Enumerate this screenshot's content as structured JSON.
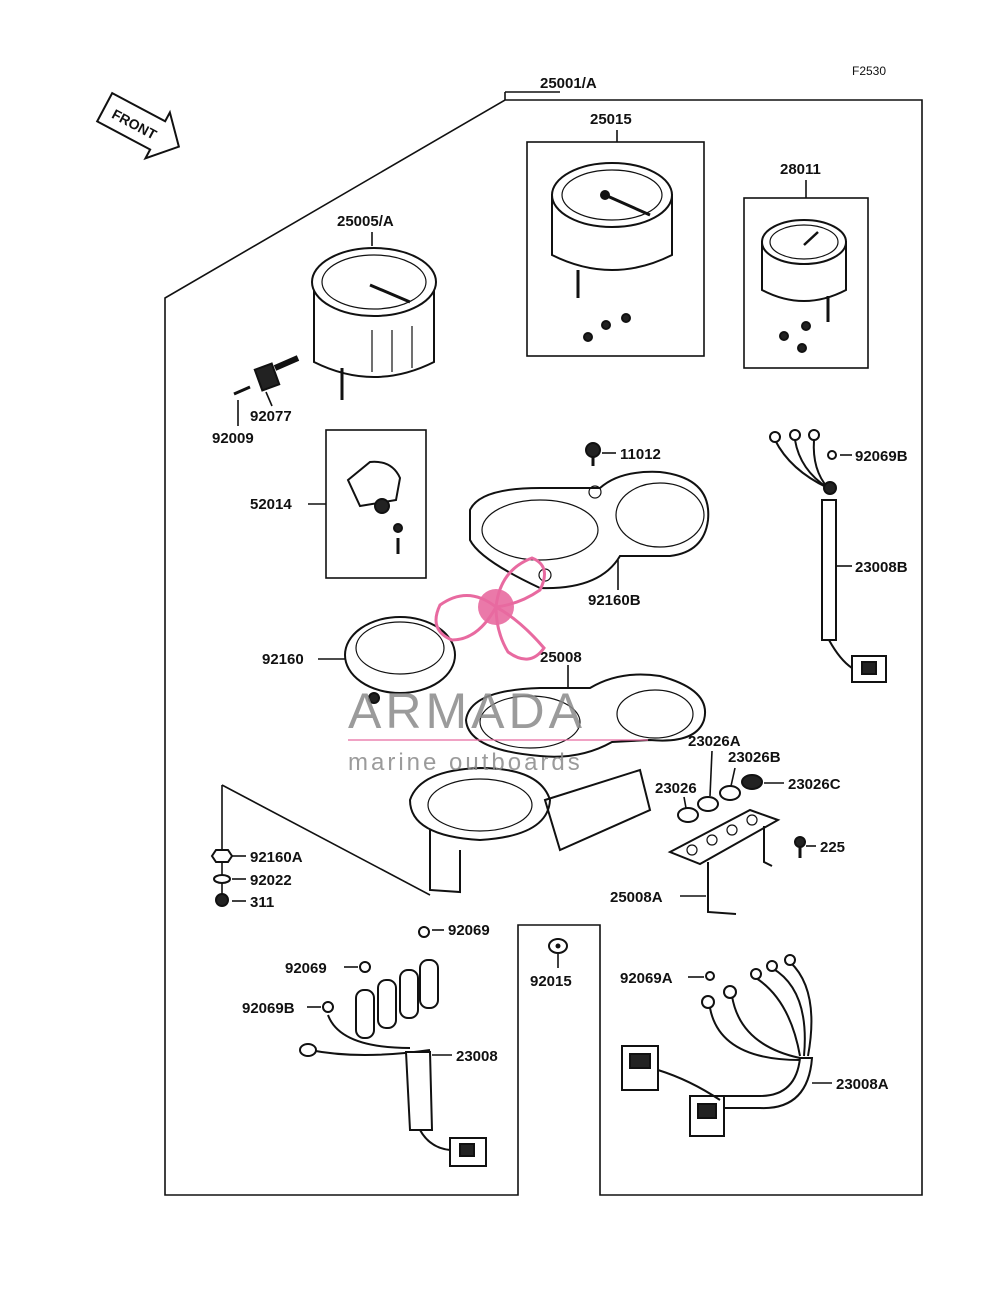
{
  "figure_code": "F2530",
  "front_label": "FRONT",
  "watermark": {
    "brand": "ARMADA",
    "tagline": "marine outboards",
    "accent": "#e86aa0",
    "gray": "#8a8a8a"
  },
  "labels": {
    "assembly": "25001/A",
    "tacho": "25015",
    "gauge": "28011",
    "speedo": "25005/A",
    "screw_92009": "92009",
    "gear_92077": "92077",
    "gearbox": "52014",
    "bolt_11012": "11012",
    "clip_92069B_top": "92069B",
    "harness_23008B": "23008B",
    "cover_92160B": "92160B",
    "ring_92160": "92160",
    "bracket_25008": "25008",
    "cap_23026A": "23026A",
    "cap_23026B": "23026B",
    "cap_23026C": "23026C",
    "cap_23026": "23026",
    "screw_225": "225",
    "nut_92160A": "92160A",
    "washer_92022": "92022",
    "nut_311": "311",
    "plate_25008A": "25008A",
    "clip_92069_top": "92069",
    "clip_92069_left": "92069",
    "clip_92069B_left": "92069B",
    "harness_23008": "23008",
    "grommet_92015": "92015",
    "clip_92069A": "92069A",
    "harness_23008A": "23008A"
  }
}
